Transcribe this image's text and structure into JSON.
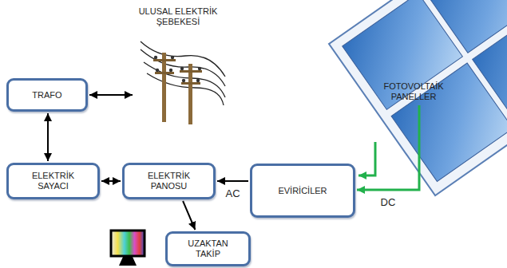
{
  "diagram": {
    "nodes": [
      {
        "text": [
          "ULUSAL ELEKTRİK ŞEBEKESİ"
        ]
      },
      {
        "text": [
          "FOTOVOLTAİK PANELLER"
        ]
      },
      {
        "text": [
          "TRAFO"
        ]
      },
      {
        "text": [
          "ELEKTRİK SAYACI"
        ]
      },
      {
        "text": [
          "ELEKTRİK PANOSU"
        ]
      },
      {
        "text": [
          "EVİRİCİLER"
        ]
      },
      {
        "text": [
          "UZAKTAN TAKİP"
        ]
      }
    ],
    "edges": [
      {
        "from": 2,
        "to": 0,
        "arrow": "both"
      },
      {
        "from": 2,
        "to": 3,
        "arrow": "both"
      },
      {
        "from": 3,
        "to": 4,
        "arrow": "both"
      },
      {
        "from": 5,
        "to": 4,
        "label": "AC",
        "arrow": "to"
      },
      {
        "from": 4,
        "to": 6,
        "arrow": "to"
      },
      {
        "from": 1,
        "to": 5,
        "label": "DC",
        "arrow": "to"
      }
    ]
  }
}
